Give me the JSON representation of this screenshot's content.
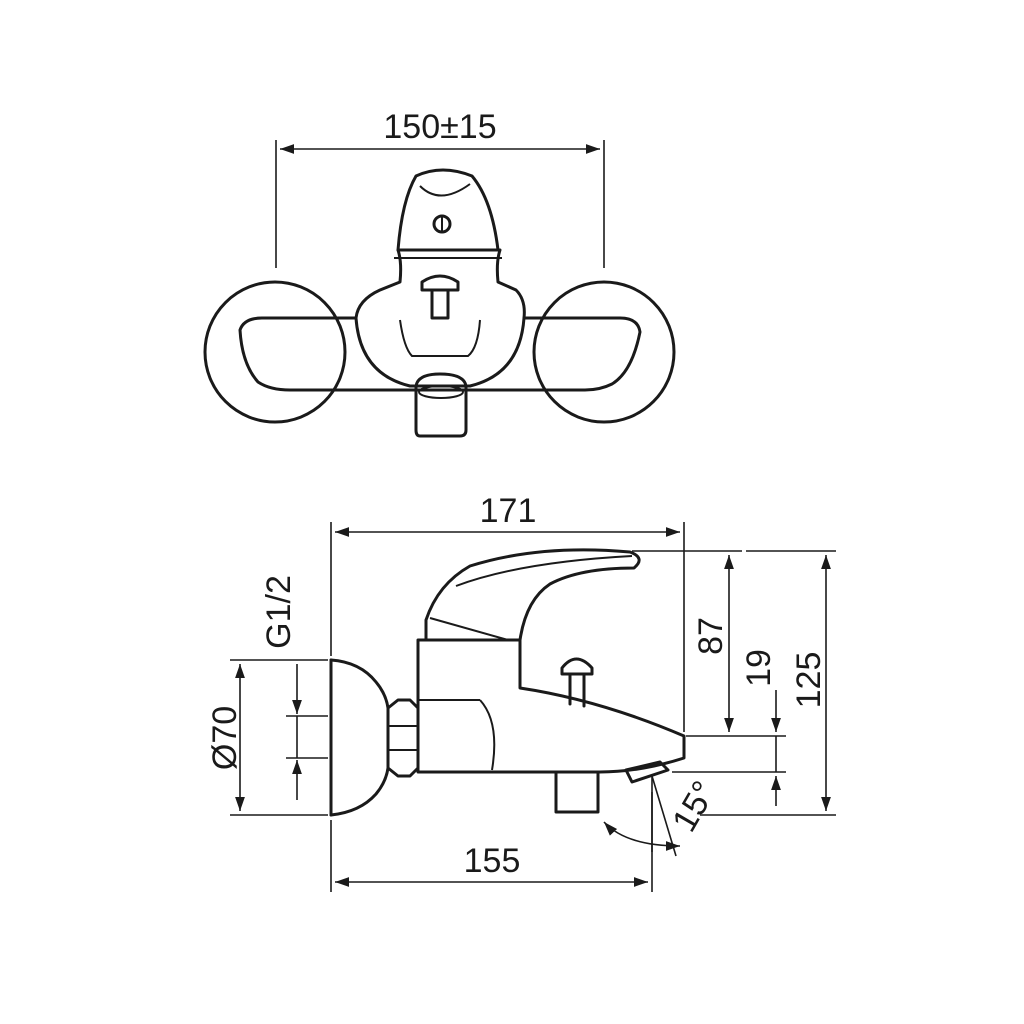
{
  "diagram": {
    "top_view": {
      "width_dim": "150±15"
    },
    "side_view": {
      "length_top_dim": "171",
      "length_bottom_dim": "155",
      "thread_dim": "G1/2",
      "diameter_dim": "Ø70",
      "height_87": "87",
      "height_19": "19",
      "height_125": "125",
      "angle_dim": "15°"
    }
  }
}
